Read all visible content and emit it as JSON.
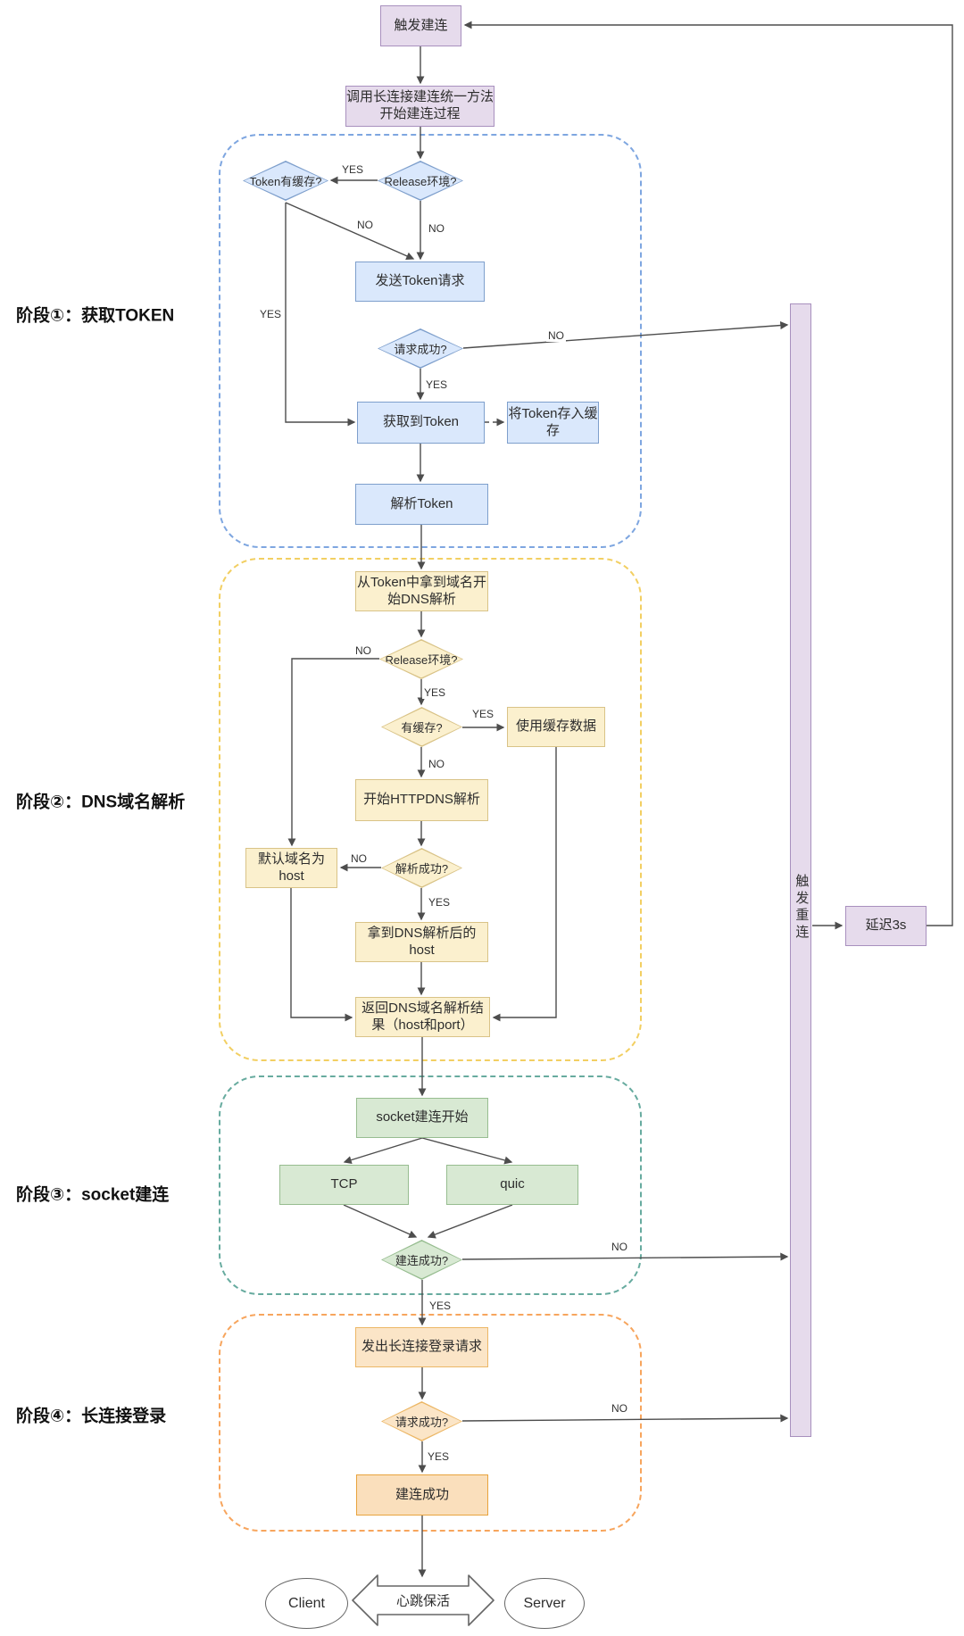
{
  "phases": [
    {
      "id": "p1",
      "label": "阶段①：获取TOKEN"
    },
    {
      "id": "p2",
      "label": "阶段②：DNS域名解析"
    },
    {
      "id": "p3",
      "label": "阶段③：socket建连"
    },
    {
      "id": "p4",
      "label": "阶段④：长连接登录"
    }
  ],
  "nodes": [
    {
      "id": "trigger",
      "label": "触发建连"
    },
    {
      "id": "call-method",
      "label": "调用长连接建连统一方法开始建连过程"
    },
    {
      "id": "d-release-1",
      "label": "Release环境?"
    },
    {
      "id": "d-token-cache",
      "label": "Token有缓存?"
    },
    {
      "id": "send-token",
      "label": "发送Token请求"
    },
    {
      "id": "d-req-ok-1",
      "label": "请求成功?"
    },
    {
      "id": "got-token",
      "label": "获取到Token"
    },
    {
      "id": "store-token",
      "label": "将Token存入缓存"
    },
    {
      "id": "parse-token",
      "label": "解析Token"
    },
    {
      "id": "dns-start",
      "label": "从Token中拿到域名开始DNS解析"
    },
    {
      "id": "d-release-2",
      "label": "Release环境?"
    },
    {
      "id": "d-has-cache",
      "label": "有缓存?"
    },
    {
      "id": "use-cache",
      "label": "使用缓存数据"
    },
    {
      "id": "httpdns",
      "label": "开始HTTPDNS解析"
    },
    {
      "id": "d-parse-ok",
      "label": "解析成功?"
    },
    {
      "id": "default-host",
      "label": "默认域名为host"
    },
    {
      "id": "got-host",
      "label": "拿到DNS解析后的host"
    },
    {
      "id": "dns-result",
      "label": "返回DNS域名解析结果（host和port）"
    },
    {
      "id": "socket-start",
      "label": "socket建连开始"
    },
    {
      "id": "tcp",
      "label": "TCP"
    },
    {
      "id": "quic",
      "label": "quic"
    },
    {
      "id": "d-conn-ok",
      "label": "建连成功?"
    },
    {
      "id": "login-req",
      "label": "发出长连接登录请求"
    },
    {
      "id": "d-req-ok-2",
      "label": "请求成功?"
    },
    {
      "id": "conn-success",
      "label": "建连成功"
    },
    {
      "id": "reconnect-bar",
      "label": "触发重连"
    },
    {
      "id": "delay",
      "label": "延迟3s"
    },
    {
      "id": "client",
      "label": "Client"
    },
    {
      "id": "server",
      "label": "Server"
    },
    {
      "id": "heartbeat",
      "label": "心跳保活"
    }
  ],
  "edge_labels": [
    {
      "id": "l1",
      "text": "YES"
    },
    {
      "id": "l2",
      "text": "NO"
    },
    {
      "id": "l3",
      "text": "NO"
    },
    {
      "id": "l4",
      "text": "YES"
    },
    {
      "id": "l5",
      "text": "NO"
    },
    {
      "id": "l6",
      "text": "YES"
    },
    {
      "id": "l7",
      "text": "NO"
    },
    {
      "id": "l8",
      "text": "YES"
    },
    {
      "id": "l9",
      "text": "YES"
    },
    {
      "id": "l10",
      "text": "NO"
    },
    {
      "id": "l11",
      "text": "NO"
    },
    {
      "id": "l12",
      "text": "YES"
    },
    {
      "id": "l13",
      "text": "NO"
    },
    {
      "id": "l14",
      "text": "YES"
    },
    {
      "id": "l15",
      "text": "NO"
    },
    {
      "id": "l16",
      "text": "YES"
    }
  ],
  "colors": {
    "palettes": {
      "purple": {
        "fill": "#E6DBEC",
        "border": "#A890BE"
      },
      "blue": {
        "fill": "#DAE8FC",
        "border": "#7E9FCC"
      },
      "yellow": {
        "fill": "#FBF0CE",
        "border": "#D9C387"
      },
      "green": {
        "fill": "#D8E9D3",
        "border": "#97BD90"
      },
      "orange": {
        "fill": "#FBE5C7",
        "border": "#ECB766"
      },
      "orangeStrong": {
        "fill": "#FADFBC",
        "border": "#E8A33D"
      },
      "white": {
        "fill": "#FFFFFF",
        "border": "#666666"
      }
    },
    "phase_colors": {
      "p1": "#7EA6E0",
      "p2": "#F2CF62",
      "p3": "#67AB9F",
      "p4": "#F7A55D"
    },
    "edge_color": "#4D4D4D"
  }
}
